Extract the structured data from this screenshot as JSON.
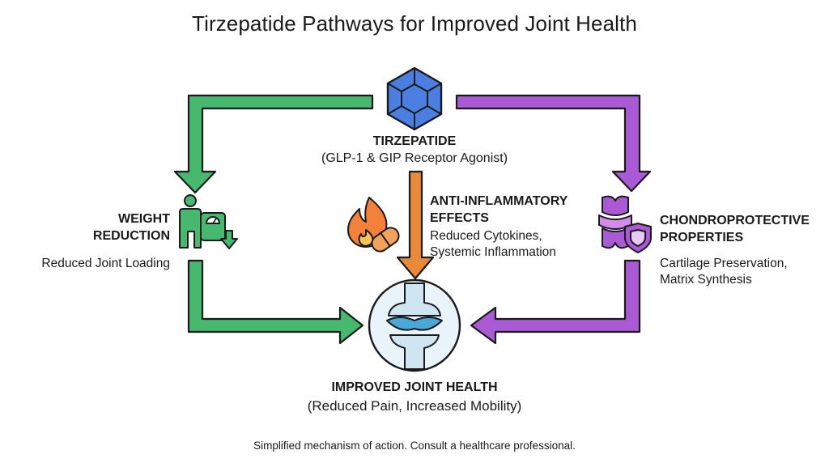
{
  "title": "Tirzepatide Pathways for Improved Joint Health",
  "center_node": {
    "name": "TIRZEPATIDE",
    "subtitle": "(GLP-1 & GIP Receptor Agonist)",
    "icon": "hexagon-molecule-icon",
    "color": "#4a7ee0"
  },
  "pathways": {
    "left": {
      "label_line1": "WEIGHT",
      "label_line2": "REDUCTION",
      "detail": "Reduced Joint Loading",
      "icon": "person-scale-icon",
      "color": "#44b870"
    },
    "middle": {
      "label_line1": "ANTI-INFLAMMATORY",
      "label_line2": "EFFECTS",
      "detail_line1": "Reduced Cytokines,",
      "detail_line2": "Systemic Inflammation",
      "icon": "flame-pill-icon",
      "color": "#e88a3a"
    },
    "right": {
      "label_line1": "CHONDROPROTECTIVE",
      "label_line2": "PROPERTIES",
      "detail_line1": "Cartilage Preservation,",
      "detail_line2": "Matrix Synthesis",
      "icon": "cartilage-shield-icon",
      "color": "#a95ad4"
    }
  },
  "outcome": {
    "name": "IMPROVED JOINT HEALTH",
    "subtitle": "(Reduced Pain, Increased Mobility)",
    "icon": "knee-joint-icon",
    "color": "#3a7bbf"
  },
  "footer": "Simplified mechanism of action. Consult a healthcare professional."
}
